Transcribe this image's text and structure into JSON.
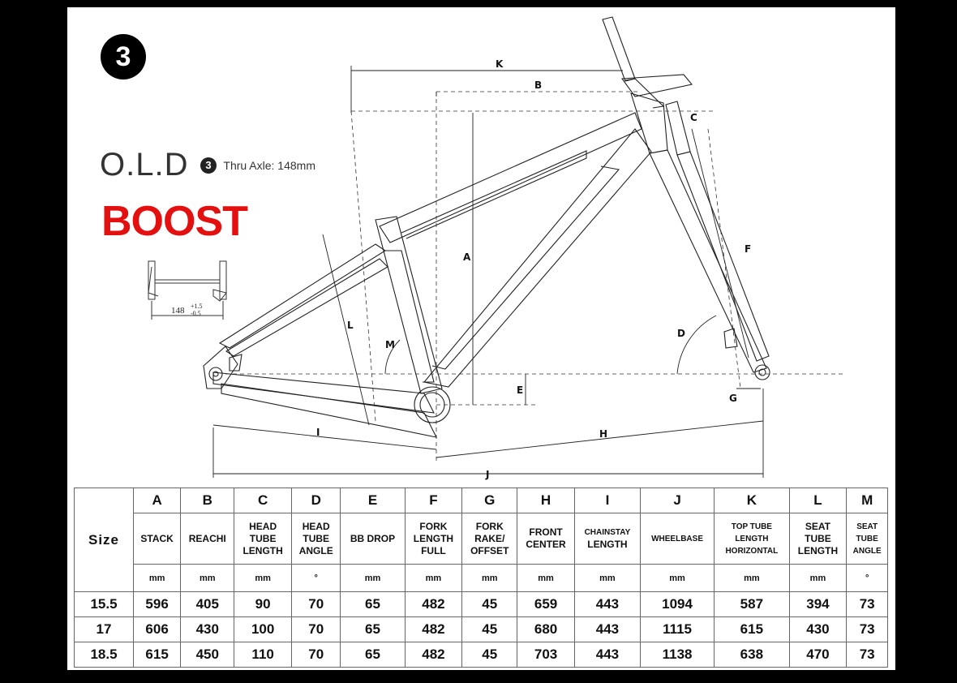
{
  "badge": "3",
  "old": {
    "title": "O.L.D",
    "badge_num": "3",
    "subtitle": "Thru Axle: 148mm"
  },
  "boost": "BOOST",
  "axle_label": "148",
  "axle_tol_plus": "+1.5",
  "axle_tol_minus": "-0.5",
  "dimension_letters": [
    "K",
    "B",
    "C",
    "A",
    "F",
    "L",
    "M",
    "D",
    "E",
    "G",
    "I",
    "H",
    "J"
  ],
  "table": {
    "size_header": "Size",
    "columns": [
      {
        "letter": "A",
        "name": [
          "STACK"
        ],
        "unit": "mm"
      },
      {
        "letter": "B",
        "name": [
          "REACHI"
        ],
        "unit": "mm"
      },
      {
        "letter": "C",
        "name": [
          "HEAD",
          "TUBE",
          "LENGTH"
        ],
        "unit": "mm"
      },
      {
        "letter": "D",
        "name": [
          "HEAD",
          "TUBE",
          "ANGLE"
        ],
        "unit": "°"
      },
      {
        "letter": "E",
        "name": [
          "BB DROP"
        ],
        "unit": "mm"
      },
      {
        "letter": "F",
        "name": [
          "FORK",
          "LENGTH",
          "FULL"
        ],
        "unit": "mm"
      },
      {
        "letter": "G",
        "name": [
          "FORK",
          "RAKE/",
          "OFFSET"
        ],
        "unit": "mm"
      },
      {
        "letter": "H",
        "name": [
          "FRONT",
          "CENTER"
        ],
        "unit": "mm"
      },
      {
        "letter": "I",
        "name": [
          "CHAINSTAY",
          "LENGTH"
        ],
        "unit": "mm"
      },
      {
        "letter": "J",
        "name": [
          "WHEELBASE"
        ],
        "unit": "mm"
      },
      {
        "letter": "K",
        "name": [
          "TOP TUBE",
          "LENGTH",
          "HORIZONTAL"
        ],
        "unit": "mm"
      },
      {
        "letter": "L",
        "name": [
          "SEAT",
          "TUBE",
          "LENGTH"
        ],
        "unit": "mm"
      },
      {
        "letter": "M",
        "name": [
          "SEAT",
          "TUBE",
          "ANGLE"
        ],
        "unit": "°"
      }
    ],
    "rows": [
      {
        "size": "15.5",
        "values": [
          "596",
          "405",
          "90",
          "70",
          "65",
          "482",
          "45",
          "659",
          "443",
          "1094",
          "587",
          "394",
          "73"
        ]
      },
      {
        "size": "17",
        "values": [
          "606",
          "430",
          "100",
          "70",
          "65",
          "482",
          "45",
          "680",
          "443",
          "1115",
          "615",
          "430",
          "73"
        ]
      },
      {
        "size": "18.5",
        "values": [
          "615",
          "450",
          "110",
          "70",
          "65",
          "482",
          "45",
          "703",
          "443",
          "1138",
          "638",
          "470",
          "73"
        ]
      }
    ]
  }
}
